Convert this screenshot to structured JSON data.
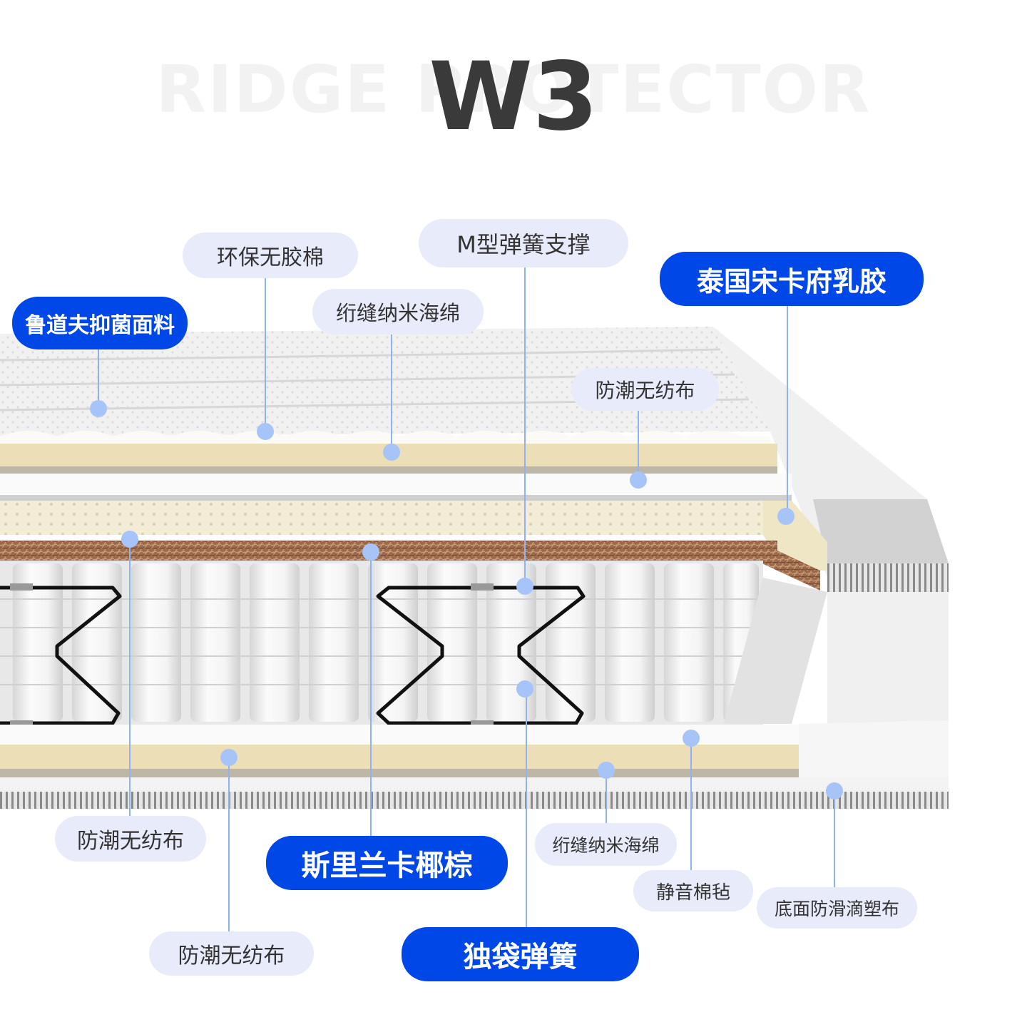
{
  "header": {
    "background_text": "RIDGE PROTECTOR",
    "title": "W3"
  },
  "labels": [
    {
      "key": "rudaofu",
      "text": "鲁道夫抑菌面料",
      "style": "blue"
    },
    {
      "key": "huanbao",
      "text": "环保无胶棉",
      "style": "light"
    },
    {
      "key": "zhenfeng_top",
      "text": "绗缝纳米海绵",
      "style": "light"
    },
    {
      "key": "m_spring",
      "text": "M型弹簧支撑",
      "style": "light"
    },
    {
      "key": "latex",
      "text": "泰国宋卡府乳胶",
      "style": "blue"
    },
    {
      "key": "fangchao_top",
      "text": "防潮无纺布",
      "style": "light"
    },
    {
      "key": "fangchao_left",
      "text": "防潮无纺布",
      "style": "light"
    },
    {
      "key": "coconut",
      "text": "斯里兰卡椰棕",
      "style": "blue"
    },
    {
      "key": "zhenfeng_bottom",
      "text": "绗缝纳米海绵",
      "style": "light"
    },
    {
      "key": "felt",
      "text": "静音棉毡",
      "style": "light"
    },
    {
      "key": "antislip",
      "text": "底面防滑滴塑布",
      "style": "light"
    },
    {
      "key": "fangchao_bottom",
      "text": "防潮无纺布",
      "style": "light"
    },
    {
      "key": "pocket_spring",
      "text": "独袋弹簧",
      "style": "blue"
    }
  ],
  "colors": {
    "accent_blue": "#0047e8",
    "light_tag": "#e8ecfa",
    "leader_line": "#8fb2f5",
    "title": "#3a3a3a"
  }
}
